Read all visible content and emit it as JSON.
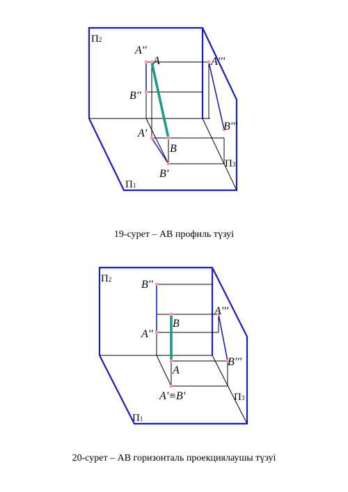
{
  "figure1": {
    "caption": "19-сурет –  АВ профиль түзуі",
    "planes": {
      "frontal": "П",
      "frontal_sub": "2",
      "horizontal": "П",
      "horizontal_sub": "1",
      "profile": "П",
      "profile_sub": "3"
    },
    "points": {
      "A2": "A''",
      "A": "A",
      "A3": "A'''",
      "B2": "B''",
      "A1": "A'",
      "B": "B",
      "B3": "B'''",
      "B1": "B'"
    }
  },
  "figure2": {
    "caption": "20-сурет –  АВ горизонталь проекциялаушы түзуі",
    "planes": {
      "frontal": "П",
      "frontal_sub": "2",
      "horizontal": "П",
      "horizontal_sub": "1",
      "profile": "П",
      "profile_sub": "3"
    },
    "points": {
      "B2": "B''",
      "A3": "A'''",
      "B": "B",
      "A2": "A''",
      "A": "A",
      "B3": "B'''",
      "A1B1": "A'≡B'"
    }
  },
  "colors": {
    "plane_lines": "#1c1cb4",
    "segment": "#1b9a8a",
    "points": "#f29bb0"
  }
}
